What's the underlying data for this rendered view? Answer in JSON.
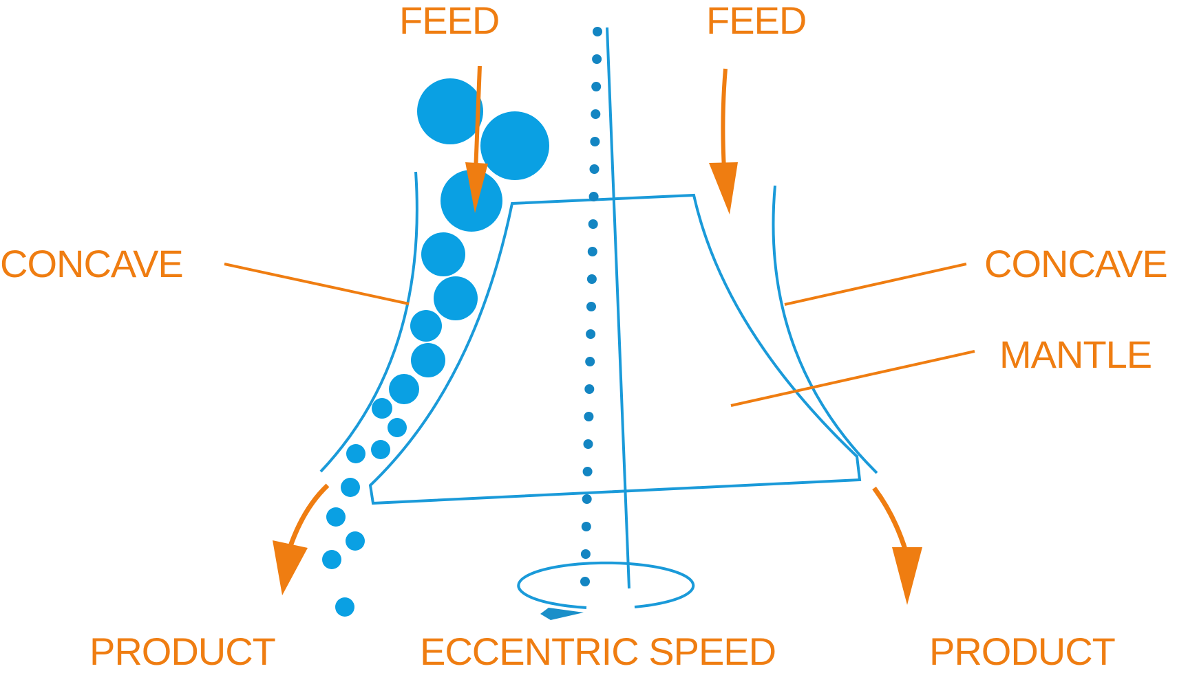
{
  "labels": {
    "feed_left": "FEED",
    "feed_right": "FEED",
    "concave_left": "CONCAVE",
    "concave_right": "CONCAVE",
    "mantle": "MANTLE",
    "product_left": "PRODUCT",
    "product_right": "PRODUCT",
    "eccentric_speed": "ECCENTRIC SPEED"
  },
  "colors": {
    "label": "#ef7d11",
    "arrow": "#ef7d11",
    "structure": "#1a9ad9",
    "particles": "#0aa0e3",
    "axis_dots": "#1385c2",
    "rotation_arrow": "#1a8fc9"
  }
}
